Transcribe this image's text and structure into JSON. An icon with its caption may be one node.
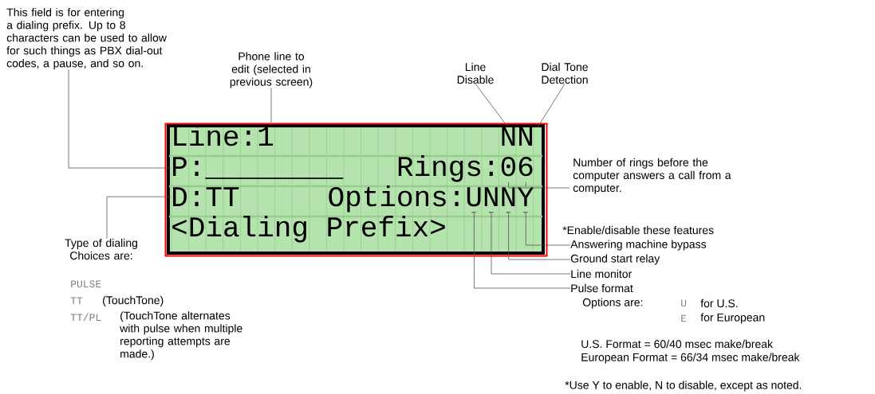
{
  "diagram": {
    "nodes": [
      {
        "text": [],
        "shape": "box"
      },
      {
        "text": [
          "Line:1"
        ],
        "in": 0
      },
      {
        "text": [
          "NN"
        ],
        "in": 0
      },
      {
        "text": [
          "P:________"
        ],
        "in": 0
      },
      {
        "text": [
          "Rings:06"
        ],
        "in": 0
      },
      {
        "text": [
          "D:TT"
        ],
        "in": 0
      },
      {
        "text": [
          "Options:UNNY"
        ],
        "in": 0
      },
      {
        "text": [
          "<Dialing Prefix>"
        ],
        "in": 0
      },
      {
        "text": [
          "This field is for entering a dialing prefix. Up to 8 characters can be used to allow for such things as PBX dial-out codes, a pause, and so on."
        ]
      },
      {
        "text": [
          "Phone line to edit (selected in previous screen)"
        ]
      },
      {
        "text": [
          "Line Disable"
        ]
      },
      {
        "text": [
          "Dial Tone Detection"
        ]
      },
      {
        "text": [
          "Number of rings before the computer answers a call from a computer."
        ]
      },
      {
        "text": [
          "Type of dialing Choices are:"
        ]
      },
      {
        "text": [
          "Answering machine bypass"
        ]
      },
      {
        "text": [
          "Ground start relay"
        ]
      },
      {
        "text": [
          "Line monitor"
        ]
      },
      {
        "text": [
          "Pulse format"
        ]
      }
    ],
    "edges": [
      {
        "from": 8,
        "to": 3,
        "arrow": "none"
      },
      {
        "from": 9,
        "to": 1,
        "arrow": "none"
      },
      {
        "from": 10,
        "to": 2,
        "arrow": "none"
      },
      {
        "from": 11,
        "to": 2,
        "arrow": "none"
      },
      {
        "from": 12,
        "to": 4,
        "arrow": "none"
      },
      {
        "from": 13,
        "to": 5,
        "arrow": "none"
      },
      {
        "from": 14,
        "to": 6,
        "arrow": "none"
      },
      {
        "from": 15,
        "to": 6,
        "arrow": "none"
      },
      {
        "from": 16,
        "to": 6,
        "arrow": "none"
      },
      {
        "from": 17,
        "to": 6,
        "arrow": "none"
      }
    ],
    "labels": [
      "*Enable/disable these features",
      "PULSE",
      "TT",
      "(TouchTone)",
      "TT/PL",
      "(TouchTone alternates with pulse when multiple reporting attempts are made.)",
      "Options are:",
      "U",
      "for U.S.",
      "E",
      "for European",
      "U.S. Format = 60/40 msec make/break",
      "European Format = 66/34 msec make/break",
      "*Use Y to enable, N to disable, except as noted."
    ]
  }
}
